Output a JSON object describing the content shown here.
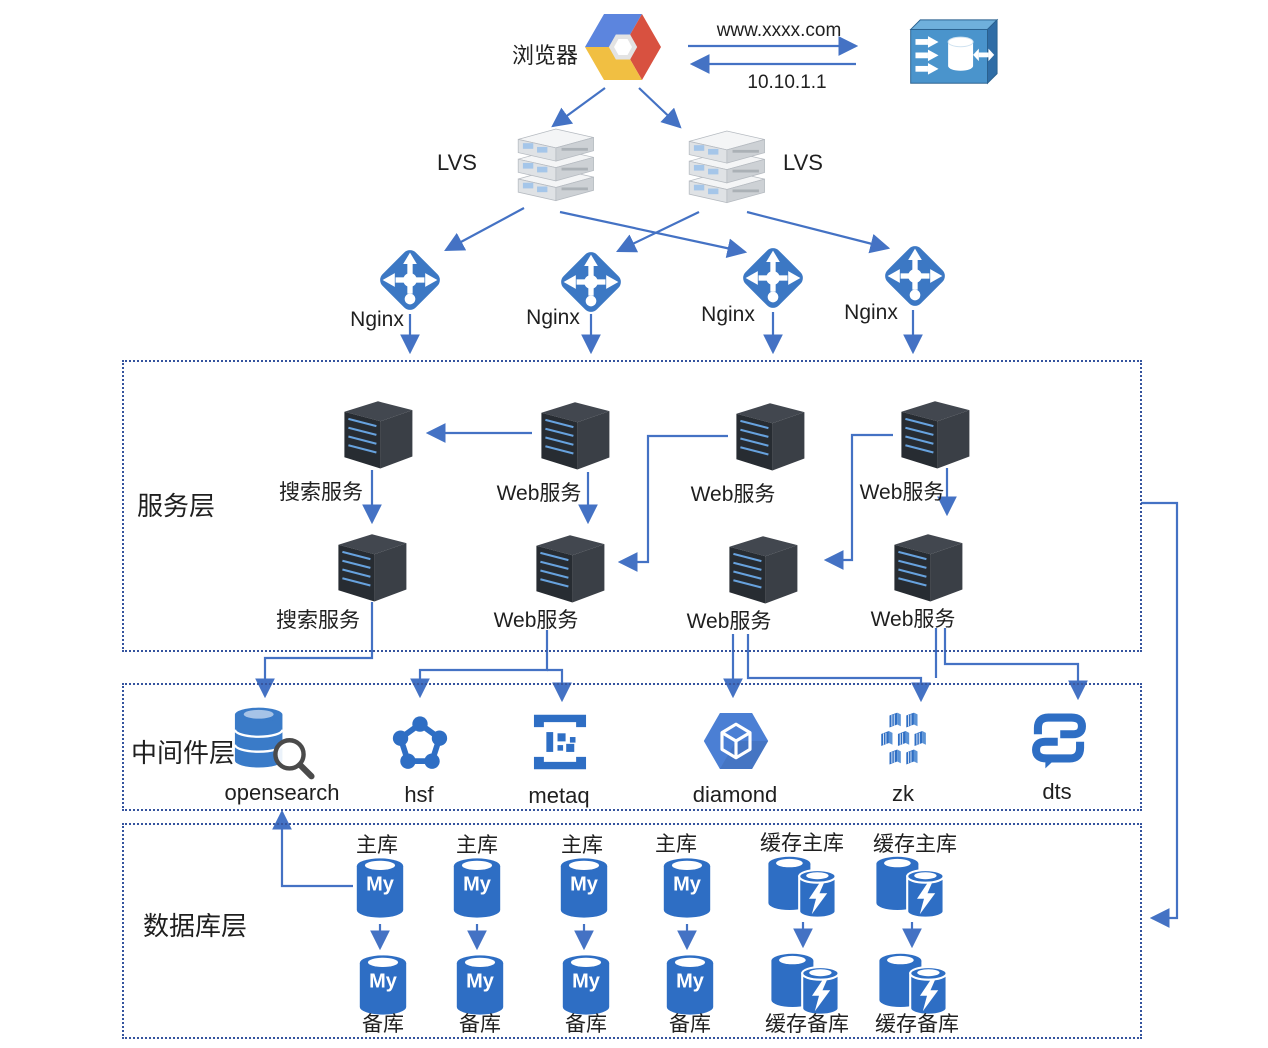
{
  "top": {
    "browser_label": "浏览器",
    "domain": "www.xxxx.com",
    "ip": "10.10.1.1"
  },
  "lvs": {
    "left": "LVS",
    "right": "LVS"
  },
  "nginx": [
    "Nginx",
    "Nginx",
    "Nginx",
    "Nginx"
  ],
  "service_layer": {
    "title": "服务层",
    "row1": [
      "搜索服务",
      "Web服务",
      "Web服务",
      "Web服务"
    ],
    "row2": [
      "搜索服务",
      "Web服务",
      "Web服务",
      "Web服务"
    ]
  },
  "middleware_layer": {
    "title": "中间件层",
    "items": [
      "opensearch",
      "hsf",
      "metaq",
      "diamond",
      "zk",
      "dts"
    ]
  },
  "database_layer": {
    "title": "数据库层",
    "masters": [
      "主库",
      "主库",
      "主库",
      "主库"
    ],
    "cache_masters": [
      "缓存主库",
      "缓存主库"
    ],
    "slaves": [
      "备库",
      "备库",
      "备库",
      "备库"
    ],
    "cache_slaves": [
      "缓存备库",
      "缓存备库"
    ],
    "mysql_text": "My"
  },
  "colors": {
    "arrow": "#4472C4",
    "icon_blue": "#2E6EC4",
    "nginx_blue": "#3C78C4",
    "box_border": "#35549E",
    "server_dark": "#31363C",
    "gcp_blue": "#5C85DE",
    "gcp_red": "#D85140",
    "gcp_yellow": "#F1BF42",
    "dns_box_blue": "#4A94CC",
    "lvs_gray": "#E4E6E8"
  }
}
